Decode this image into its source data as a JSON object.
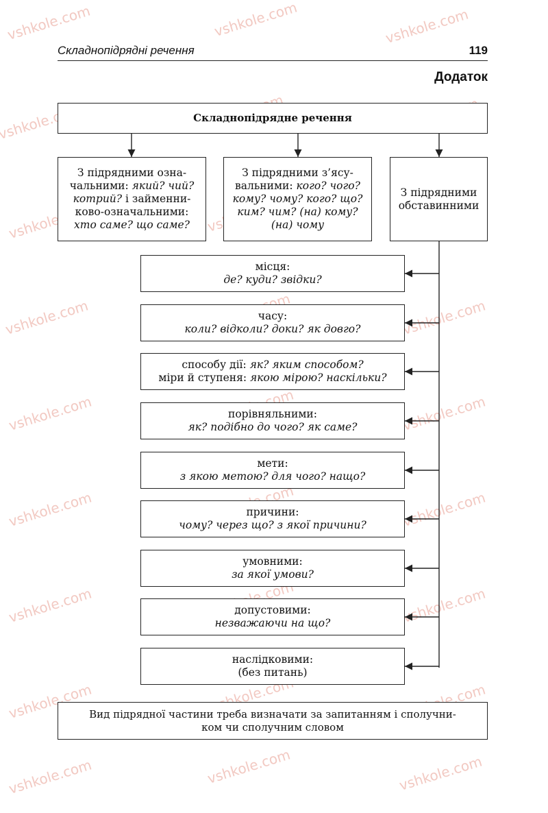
{
  "header": {
    "title": "Складнопідрядні речення",
    "page_number": "119"
  },
  "appendix_title": "Додаток",
  "watermark": "vshkole.com",
  "diagram": {
    "root": "Складнопідрядне речення",
    "branches": {
      "attributive": {
        "lines": [
          [
            {
              "t": "З підрядними озна-",
              "i": false
            }
          ],
          [
            {
              "t": "чальними: ",
              "i": false
            },
            {
              "t": "який? чий?",
              "i": true
            }
          ],
          [
            {
              "t": "котрий?",
              "i": true
            },
            {
              "t": " і займенни-",
              "i": false
            }
          ],
          [
            {
              "t": "ково-означальними:",
              "i": false
            }
          ],
          [
            {
              "t": "хто саме? що саме?",
              "i": true
            }
          ]
        ]
      },
      "explanatory": {
        "lines": [
          [
            {
              "t": "З підрядними з’ясу-",
              "i": false
            }
          ],
          [
            {
              "t": "вальними: ",
              "i": false
            },
            {
              "t": "кого? чого?",
              "i": true
            }
          ],
          [
            {
              "t": "кому? чому? кого? що?",
              "i": true
            }
          ],
          [
            {
              "t": "ким? чим? (на) кому?",
              "i": true
            }
          ],
          [
            {
              "t": "(на) чому",
              "i": true
            }
          ]
        ]
      },
      "adverbial": {
        "lines": [
          [
            {
              "t": "З підрядними",
              "i": false
            }
          ],
          [
            {
              "t": "обставинними",
              "i": false
            }
          ]
        ]
      }
    },
    "adverbial_types": [
      {
        "lines": [
          [
            {
              "t": "місця:",
              "i": false
            }
          ],
          [
            {
              "t": "де? куди? звідки?",
              "i": true
            }
          ]
        ]
      },
      {
        "lines": [
          [
            {
              "t": "часу:",
              "i": false
            }
          ],
          [
            {
              "t": "коли? відколи? доки? як довго?",
              "i": true
            }
          ]
        ]
      },
      {
        "lines": [
          [
            {
              "t": "способу дії: ",
              "i": false
            },
            {
              "t": "як? яким способом?",
              "i": true
            }
          ],
          [
            {
              "t": "міри й ступеня: ",
              "i": false
            },
            {
              "t": "якою мірою? наскільки?",
              "i": true
            }
          ]
        ]
      },
      {
        "lines": [
          [
            {
              "t": "порівняльними:",
              "i": false
            }
          ],
          [
            {
              "t": "як? подібно до чого? як саме?",
              "i": true
            }
          ]
        ]
      },
      {
        "lines": [
          [
            {
              "t": "мети:",
              "i": false
            }
          ],
          [
            {
              "t": "з якою метою? для чого? нащо?",
              "i": true
            }
          ]
        ]
      },
      {
        "lines": [
          [
            {
              "t": "причини:",
              "i": false
            }
          ],
          [
            {
              "t": "чому? через що? з якої причини?",
              "i": true
            }
          ]
        ]
      },
      {
        "lines": [
          [
            {
              "t": "умовними:",
              "i": false
            }
          ],
          [
            {
              "t": "за якої умови?",
              "i": true
            }
          ]
        ]
      },
      {
        "lines": [
          [
            {
              "t": "допустовими:",
              "i": false
            }
          ],
          [
            {
              "t": "незважаючи на що?",
              "i": true
            }
          ]
        ]
      },
      {
        "lines": [
          [
            {
              "t": "наслідковими:",
              "i": false
            }
          ],
          [
            {
              "t": "(без питань)",
              "i": false
            }
          ]
        ]
      }
    ],
    "note_lines": [
      "Вид підрядної частини треба визначати за запитанням і сполучни-",
      "ком чи сполучним словом"
    ]
  }
}
